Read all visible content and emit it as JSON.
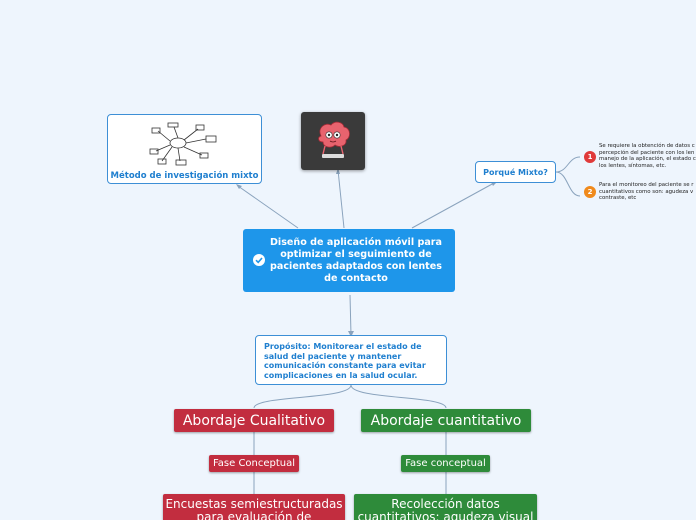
{
  "central": {
    "title": "Diseño de aplicación móvil para optimizar el seguimiento de pacientes adaptados con lentes de contacto"
  },
  "metodo": {
    "label": "Método de investigación mixto"
  },
  "porque": {
    "label": "Porqué Mixto?",
    "notes": [
      {
        "badge": "1",
        "lines": [
          "Se requiere la obtención de datos c",
          "percepción del paciente con los len",
          "manejo de la aplicación, el estado c",
          "los lentes, síntomas, etc."
        ]
      },
      {
        "badge": "2",
        "lines": [
          "Para el monitoreo del paciente se r",
          "cuantitativos como son: agudeza v",
          "contraste, etc"
        ]
      }
    ]
  },
  "proposito": {
    "text": "Propósito: Monitorear el estado de salud del paciente y mantener comunicación constante para evitar complicaciones en la salud ocular."
  },
  "cualitativo": {
    "label": "Abordaje Cualitativo",
    "phase": "Fase Conceptual",
    "leaf": "Encuestas semiestructuradas para evaluación de"
  },
  "cuantitativo": {
    "label": "Abordaje cuantitativo",
    "phase": "Fase conceptual",
    "leaf": "Recolección datos cuantitativos: agudeza visual"
  },
  "colors": {
    "central": "#1e96ea",
    "border": "#3d8fd6",
    "qual": "#c22d3f",
    "quant": "#2e8b3a",
    "badge1": "#e03a3a",
    "badge2": "#f08a1c"
  }
}
